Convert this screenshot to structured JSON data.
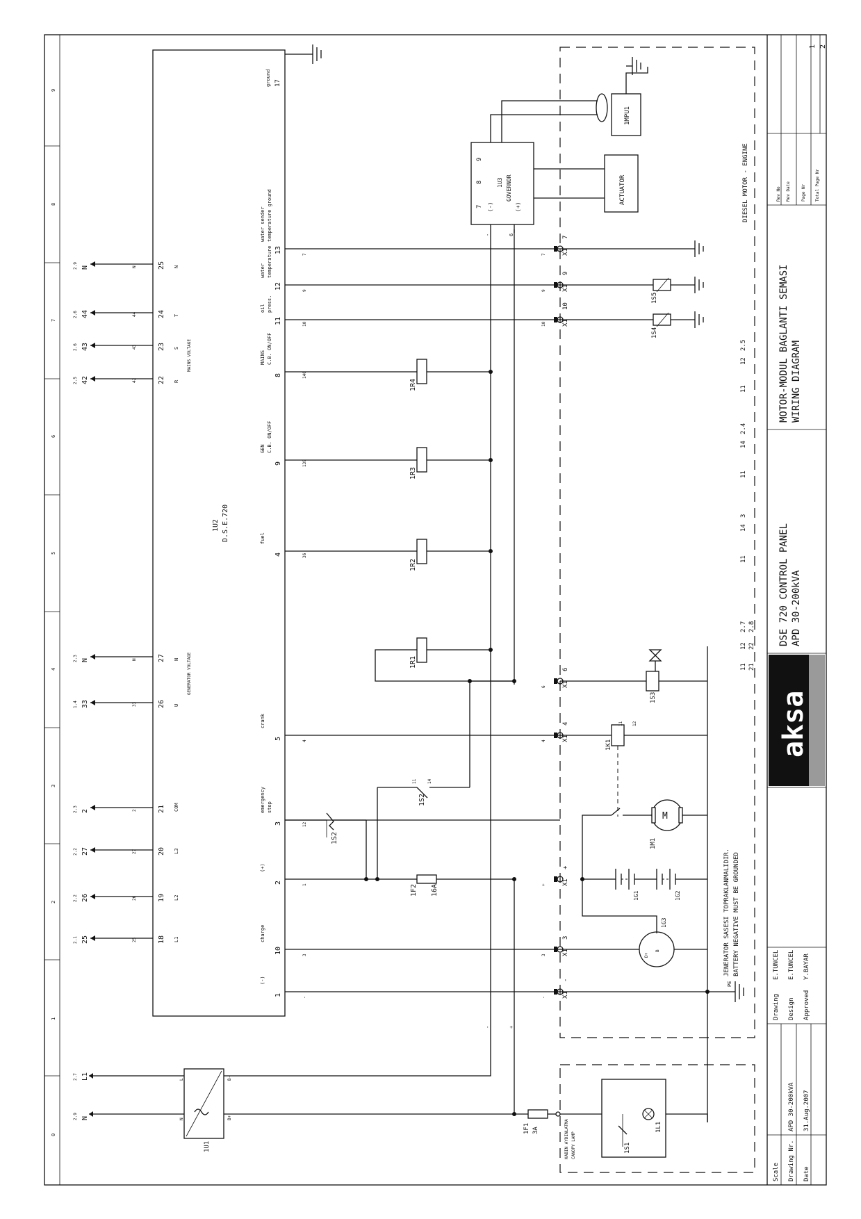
{
  "border": {
    "zones": [
      "0",
      "1",
      "2",
      "3",
      "4",
      "5",
      "6",
      "7",
      "8",
      "9"
    ]
  },
  "mains_inputs": {
    "l1": {
      "label": "L1",
      "ref": "2.7"
    },
    "n": {
      "label": "N",
      "ref": "2.9"
    }
  },
  "rectifier": {
    "ref": "1U1",
    "ac_l": "L",
    "ac_n": "N",
    "dc_minus": "B-",
    "dc_plus": "B+"
  },
  "controller": {
    "ref": "1U2",
    "model": "D.S.E.720",
    "group_mains": "MAINS VOLTAGE",
    "group_gen": "GENERATOR VOLTAGE",
    "ground_label": "ground",
    "ground_pin": "17"
  },
  "left_terminals": [
    {
      "ref": "2.9",
      "label": "N",
      "wire": "N",
      "pin": "25",
      "name": "N"
    },
    {
      "ref": "2.6",
      "label": "44",
      "wire": "44",
      "pin": "24",
      "name": "T"
    },
    {
      "ref": "2.6",
      "label": "43",
      "wire": "43",
      "pin": "23",
      "name": "S"
    },
    {
      "ref": "2.5",
      "label": "42",
      "wire": "42",
      "pin": "22",
      "name": "R"
    },
    {
      "ref": "2.3",
      "label": "N",
      "wire": "N",
      "pin": "27",
      "name": "N"
    },
    {
      "ref": "1.4",
      "label": "33",
      "wire": "33",
      "pin": "26",
      "name": "U"
    },
    {
      "ref": "2.3",
      "label": "2",
      "wire": "2",
      "pin": "21",
      "name": "COM"
    },
    {
      "ref": "2.2",
      "label": "27",
      "wire": "27",
      "pin": "20",
      "name": "L3"
    },
    {
      "ref": "2.2",
      "label": "26",
      "wire": "26",
      "pin": "19",
      "name": "L2"
    },
    {
      "ref": "2.1",
      "label": "25",
      "wire": "25",
      "pin": "18",
      "name": "L1"
    }
  ],
  "right_pins": [
    {
      "pin": "13",
      "func": "water sender",
      "func2": "temperature ground",
      "wire": "7"
    },
    {
      "pin": "12",
      "func": "water",
      "func2": "temperature",
      "wire": "9"
    },
    {
      "pin": "11",
      "func": "oil",
      "func2": "press.",
      "wire": "10"
    },
    {
      "pin": "8",
      "func": "MAINS",
      "func2": "C.B. ON/OFF",
      "wire": "140"
    },
    {
      "pin": "9",
      "func": "GEN",
      "func2": "C.B. ON/OFF",
      "wire": "139"
    },
    {
      "pin": "4",
      "func": "fuel",
      "func2": "",
      "wire": "36"
    },
    {
      "pin": "5",
      "func": "crank",
      "func2": "",
      "wire": "4"
    },
    {
      "pin": "3",
      "func": "emergency",
      "func2": "stop",
      "wire": "12"
    },
    {
      "pin": "2",
      "func": "(+)",
      "func2": "",
      "wire": "1"
    },
    {
      "pin": "10",
      "func": "charge",
      "func2": "",
      "wire": "3"
    },
    {
      "pin": "1",
      "func": "(-)",
      "func2": "",
      "wire": "-"
    }
  ],
  "relays": [
    "1R4",
    "1R3",
    "1R2",
    "1R1"
  ],
  "components": {
    "estop": "1S2",
    "key_switch": "1S2",
    "key_contacts": [
      "11",
      "14"
    ],
    "fuse_main": "1F2",
    "fuse_main_rating": "16A",
    "fuse_lamp": "1F1",
    "fuse_lamp_rating": "3A",
    "crank_relay": "1K1",
    "crank_relay_pins": [
      "11",
      "12"
    ],
    "fuel_solenoid": "1S3",
    "starter_motor": "1M1",
    "motor_symbol": "M",
    "alternator": "1G3",
    "alternator_pins": [
      "D+",
      "B"
    ],
    "battery_1": "1G1",
    "battery_2": "1G2",
    "oil_sensor": "1S4",
    "temp_sensor": "1S5",
    "lamp_switch": "1S1",
    "lamp": "1L1",
    "pe_label": "PE",
    "wire_minus": "-",
    "wire_plus": "+"
  },
  "terminal_strip": {
    "x1_label": "X1",
    "terms": [
      "7",
      "9",
      "10",
      "6",
      "4",
      "+",
      "3",
      "-"
    ]
  },
  "governor": {
    "ref": "1U3",
    "name": "GOVERNOR",
    "minus": "(-)",
    "plus": "(+)",
    "pins": [
      "7",
      "8",
      "9"
    ],
    "wire_minus": "-",
    "wire_6": "6"
  },
  "actuator": "ACTUATOR",
  "mpu": "1MPU1",
  "engine_label": "DIESEL MOTOR - ENGINE",
  "canopy_label_tr": "KABIN AYDINLATMA",
  "canopy_label_en": "CANOPY LAMP",
  "ground_note_tr": "JENERATOR SASESI TOPRAKLANMALIDIR.",
  "ground_note_en": "BATTERY NEGATIVE MUST BE GROUNDED",
  "contact_refs": [
    {
      "no": "11",
      "nc": "12",
      "ref": "2.7",
      "alt_no": "21",
      "alt_nc": "22",
      "alt_ref": "2.8"
    },
    {
      "no": "11",
      "nc": "14",
      "ref": "3"
    },
    {
      "no": "11",
      "nc": "14",
      "ref": "2.4"
    },
    {
      "no": "11",
      "nc": "12",
      "ref": "2.5"
    }
  ],
  "title_block": {
    "logo": "aksa",
    "title_line1": "DSE 720 CONTROL PANEL",
    "title_line2": "APD 30-200kVA",
    "title_line3": "MOTOR-MODUL BAGLANTI SEMASI",
    "title_line4": "WIRING DIAGRAM",
    "rev_labels": [
      "Rev No",
      "Rev Date",
      "Page Nr",
      "Total Page Nr"
    ],
    "page_nr": "1",
    "total_pages": "2",
    "rows": [
      {
        "label": "Scale",
        "value": "",
        "person_label": "Drawing",
        "person": "E.TUNCEL"
      },
      {
        "label": "Drawing Nr.",
        "value": "APD 30-200kVA",
        "person_label": "Design",
        "person": "E.TUNCEL"
      },
      {
        "label": "Date",
        "value": "31.Aug.2007",
        "person_label": "Approved",
        "person": "Y.BAYAR"
      }
    ]
  }
}
